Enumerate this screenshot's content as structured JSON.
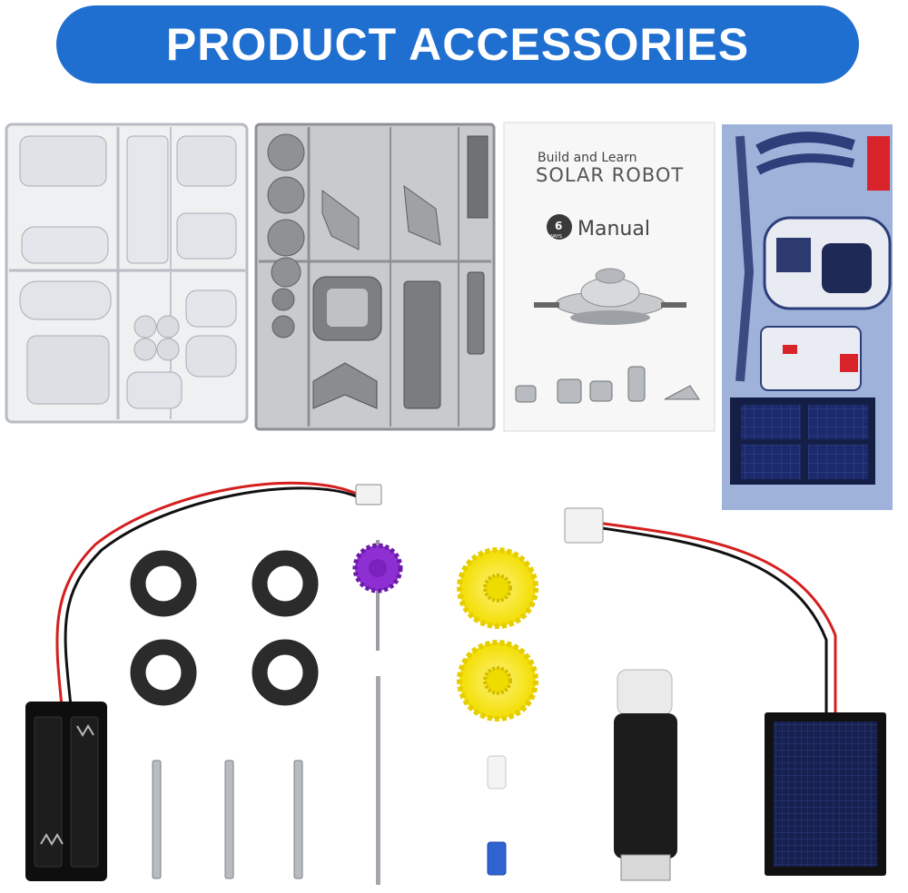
{
  "banner": {
    "title": "PRODUCT ACCESSORIES",
    "color": "#1f6fd1"
  },
  "manual": {
    "heading_small": "Build and Learn",
    "heading_large": "SOLAR ROBOT",
    "badge_number": "6",
    "badge_word": "WAYS",
    "title": "Manual"
  },
  "items": [
    {
      "name": "white-plastic-sprue",
      "icon": "parts-frame-icon"
    },
    {
      "name": "gray-plastic-sprue",
      "icon": "parts-frame-icon"
    },
    {
      "name": "instruction-manual",
      "icon": "booklet-icon"
    },
    {
      "name": "sticker-sheet",
      "icon": "sticker-icon"
    },
    {
      "name": "battery-box-with-wire",
      "icon": "battery-icon"
    },
    {
      "name": "foam-rings",
      "icon": "ring-icon"
    },
    {
      "name": "metal-pins",
      "icon": "pin-icon"
    },
    {
      "name": "purple-gear-shaft",
      "icon": "gear-icon"
    },
    {
      "name": "metal-shaft",
      "icon": "rod-icon"
    },
    {
      "name": "yellow-gears",
      "icon": "gear-icon"
    },
    {
      "name": "small-sleeves",
      "icon": "sleeve-icon"
    },
    {
      "name": "motor-with-wire",
      "icon": "motor-icon"
    },
    {
      "name": "solar-panel",
      "icon": "solar-panel-icon"
    }
  ]
}
